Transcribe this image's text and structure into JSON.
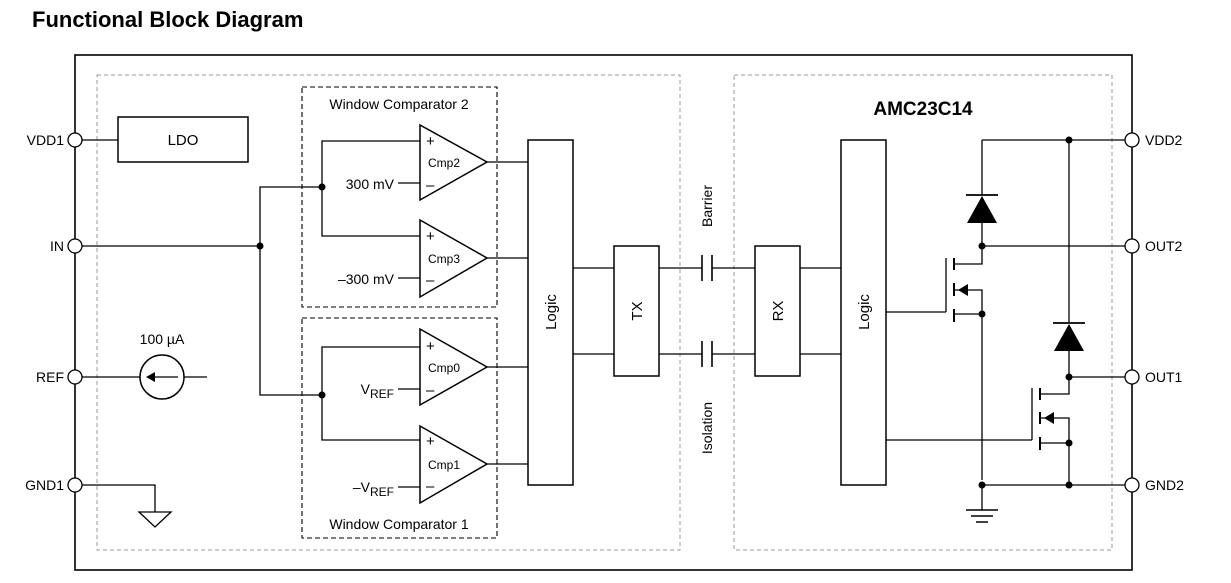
{
  "title": "Functional Block Diagram",
  "chip_name": "AMC23C14",
  "pins_left": [
    "VDD1",
    "IN",
    "REF",
    "GND1"
  ],
  "pins_right": [
    "VDD2",
    "OUT2",
    "OUT1",
    "GND2"
  ],
  "blocks": {
    "ldo": "LDO",
    "logic_left": "Logic",
    "tx": "TX",
    "rx": "RX",
    "logic_right": "Logic"
  },
  "window_comparator_2": "Window Comparator 2",
  "window_comparator_1": "Window Comparator 1",
  "comparators": {
    "cmp2": "Cmp2",
    "cmp3": "Cmp3",
    "cmp0": "Cmp0",
    "cmp1": "Cmp1"
  },
  "thresholds": {
    "cmp2": "300 mV",
    "cmp3": "–300 mV",
    "cmp0_main": "V",
    "cmp0_sub": "REF",
    "cmp1_main": "–V",
    "cmp1_sub": "REF"
  },
  "current_source": "100 µA",
  "barrier_label": "Barrier",
  "isolation_label": "Isolation"
}
